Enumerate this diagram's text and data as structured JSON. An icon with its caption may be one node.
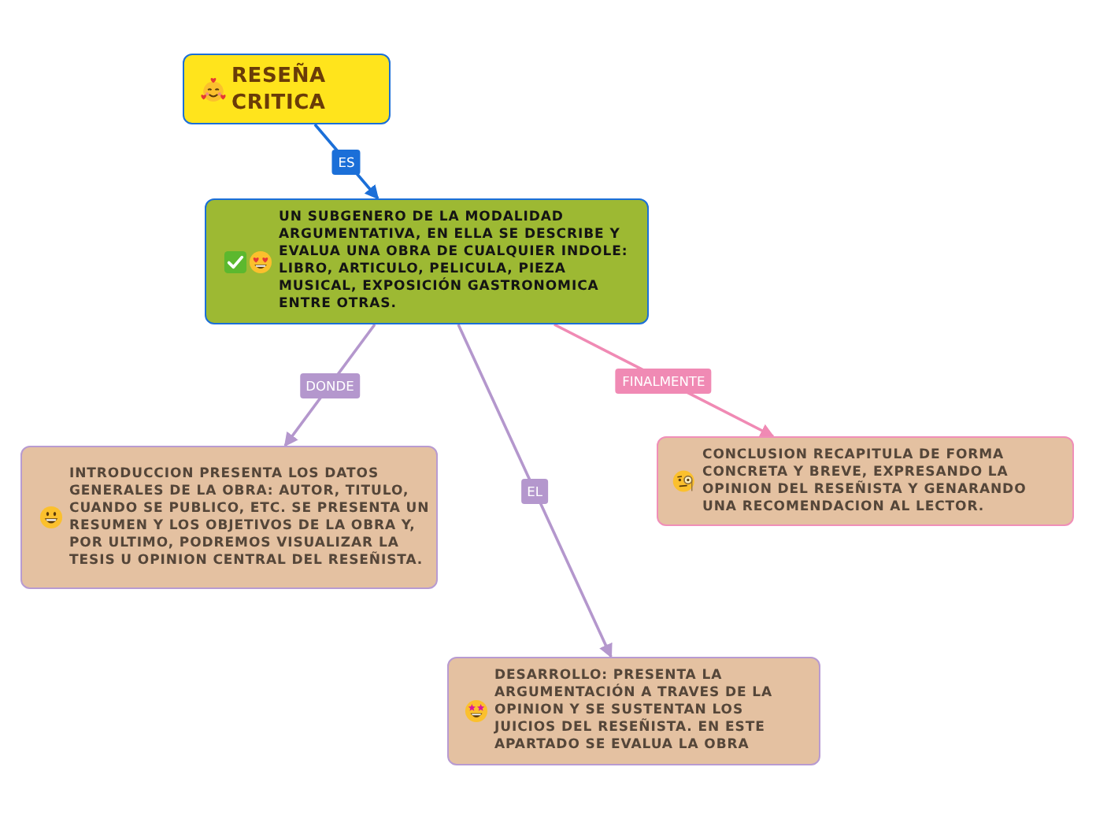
{
  "diagram": {
    "nodes": [
      {
        "text": [
          "RESEÑA CRITICA"
        ]
      },
      {
        "text": [
          "UN SUBGENERO DE LA MODALIDAD ARGUMENTATIVA, EN ELLA SE DESCRIBE Y EVALUA UNA OBRA DE CUALQUIER INDOLE: LIBRO, ARTICULO, PELICULA, PIEZA MUSICAL, EXPOSICIÓN GASTRONOMICA ENTRE OTRAS."
        ]
      },
      {
        "text": [
          "INTRODUCCION PRESENTA LOS DATOS GENERALES DE LA OBRA: AUTOR, TITULO, CUANDO SE PUBLICO, ETC. SE PRESENTA UN RESUMEN Y LOS OBJETIVOS DE LA OBRA Y, POR ULTIMO, PODREMOS VISUALIZAR LA TESIS U OPINION CENTRAL DEL RESEÑISTA."
        ]
      },
      {
        "text": [
          "CONCLUSION RECAPITULA DE FORMA CONCRETA Y BREVE, EXPRESANDO LA OPINION DEL RESEÑISTA Y GENARANDO UNA RECOMENDACION AL LECTOR."
        ]
      },
      {
        "text": [
          "DESARROLLO: PRESENTA LA ARGUMENTACIÓN A TRAVES DE LA OPINION Y SE SUSTENTAN LOS JUICIOS DEL RESEÑISTA. EN ESTE APARTADO SE EVALUA LA OBRA"
        ]
      }
    ],
    "edges": [
      {
        "from": 0,
        "to": 1,
        "arrow": "to",
        "label": "ES",
        "color": "#1b6fd8"
      },
      {
        "from": 1,
        "to": 2,
        "arrow": "to",
        "label": "DONDE"
      },
      {
        "from": 1,
        "to": 4,
        "arrow": "to",
        "label": "EL"
      },
      {
        "from": 1,
        "to": 3,
        "arrow": "to",
        "label": "FINALMENTE",
        "color": "#f08ab4"
      }
    ]
  }
}
